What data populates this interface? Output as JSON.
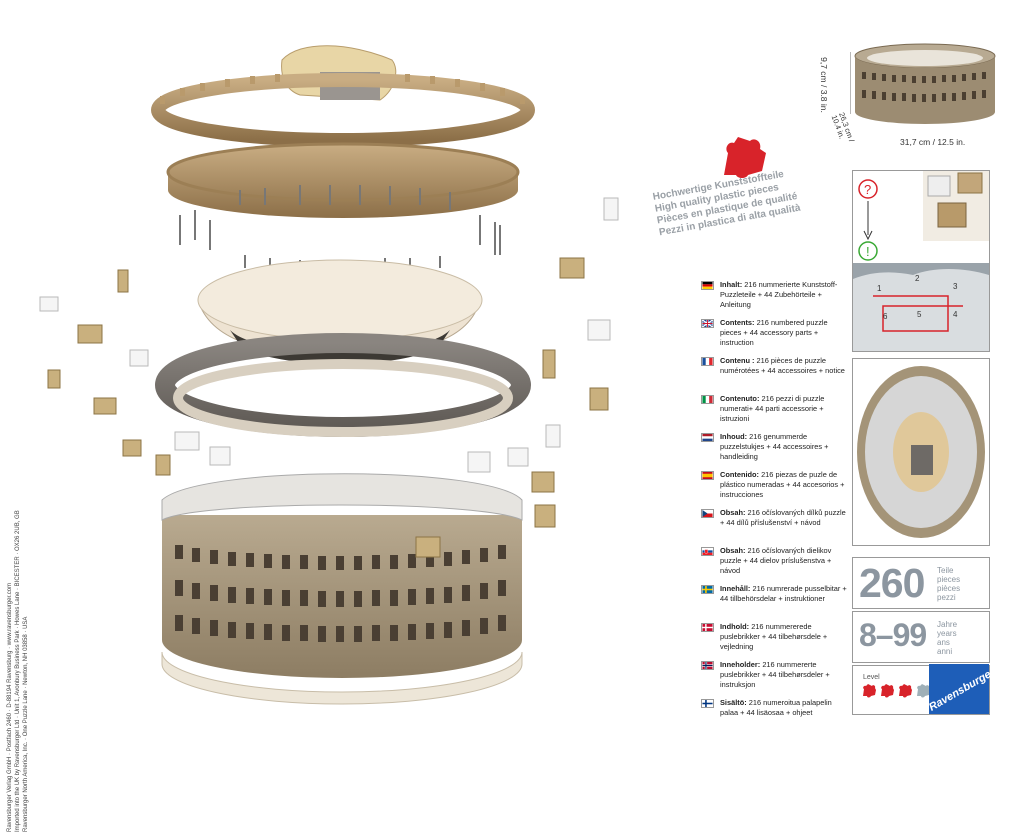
{
  "side_text": [
    "Ravensburger Verlag GmbH · Postfach 2460 · D-88194 Ravensburg · www.ravensburger.com",
    "Imported into the UK by Ravensburger Ltd · Unit 1, Avonbury Business Park · Howes Lane · BICESTER · OX26 2UB, GB",
    "Ravensburger North America, Inc. · One Puzzle Lane · Newton, NH 03858 · USA"
  ],
  "plastic_pieces": [
    "Hochwertige Kunststoffteile",
    "High quality plastic pieces",
    "Pièces en plastique de qualité",
    "Pezzi in plastica di alta qualità"
  ],
  "contents": [
    {
      "lang": "Inhalt:",
      "text": "216 nummerierte Kunststoff-Puzzleteile + 44 Zubehörteile + Anleitung",
      "flag": "de"
    },
    {
      "lang": "Contents:",
      "text": "216 numbered puzzle pieces + 44 accessory parts + instruction",
      "flag": "gb"
    },
    {
      "lang": "Contenu :",
      "text": "216 pièces de puzzle numérotées + 44 accessoires + notice",
      "flag": "fr"
    },
    {
      "lang": "Contenuto:",
      "text": "216 pezzi di puzzle numerati+ 44 parti accessorie + istruzioni",
      "flag": "it"
    },
    {
      "lang": "Inhoud:",
      "text": "216 genummerde puzzelstukjes + 44 accessoires + handleiding",
      "flag": "nl"
    },
    {
      "lang": "Contenido:",
      "text": "216 piezas de puzle de plástico numeradas + 44 accesorios + instrucciones",
      "flag": "es"
    },
    {
      "lang": "Obsah:",
      "text": "216 očíslovaných dílků puzzle + 44 dílů příslušenství + návod",
      "flag": "cz"
    },
    {
      "lang": "Obsah:",
      "text": "216 očíslovaných dielikov puzzle + 44 dielov príslušenstva + návod",
      "flag": "sk"
    },
    {
      "lang": "Innehåll:",
      "text": "216 numrerade pusselbitar + 44 tillbehörsdelar + instruktioner",
      "flag": "se"
    },
    {
      "lang": "Indhold:",
      "text": "216 nummererede puslebrikker + 44 tilbehørsdele + vejledning",
      "flag": "dk"
    },
    {
      "lang": "Inneholder:",
      "text": "216 nummererte puslebrikker + 44 tilbehørsdeler + instruksjon",
      "flag": "no"
    },
    {
      "lang": "Sisältö:",
      "text": "216 numeroitua palapelin palaa + 44 lisäosaa + ohjeet",
      "flag": "fi"
    }
  ],
  "dimensions": {
    "height": "9,7 cm / 3.8 in.",
    "depth": "26,3 cm / 10.4 in.",
    "width": "31,7 cm / 12.5 in."
  },
  "step_labels": [
    "1",
    "2",
    "3",
    "4",
    "5",
    "6"
  ],
  "pieces_count": {
    "number": "260",
    "units": [
      "Teile",
      "pieces",
      "pièces",
      "pezzi"
    ]
  },
  "age": {
    "range": "8–99",
    "units": [
      "Jahre",
      "years",
      "ans",
      "anni"
    ]
  },
  "level": {
    "label": "Level",
    "filled": 3,
    "total": 5
  },
  "brand": "Ravensburger",
  "colors": {
    "level_red": "#d8232a",
    "level_grey": "#9fb0b8",
    "brand_blue": "#1e5eb8",
    "flag_blue": "#1a4f9c"
  }
}
